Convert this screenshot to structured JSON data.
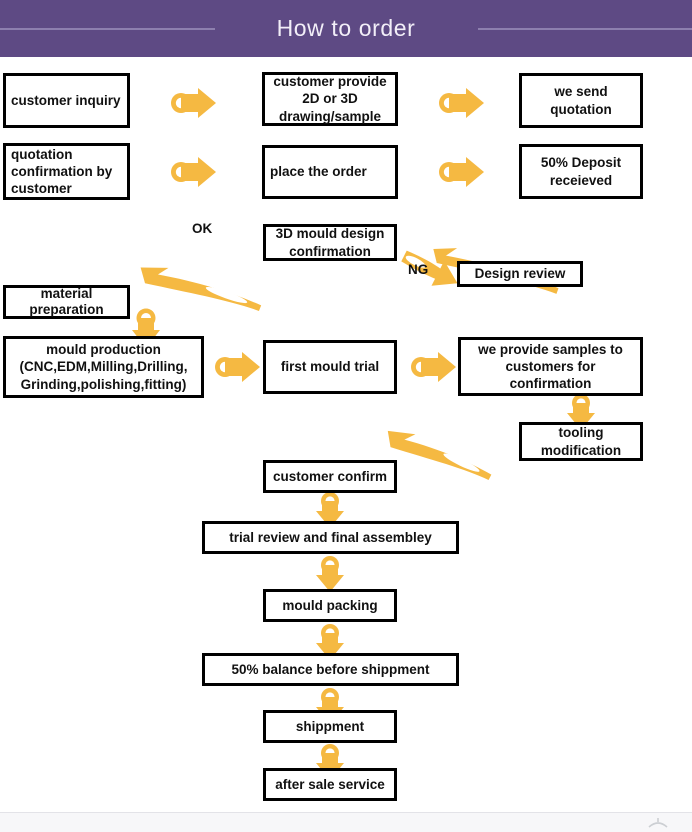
{
  "header": {
    "title": "How to order",
    "bg_color": "#5e4a84",
    "rule_color": "#8d7fae",
    "text_color": "#f2eef8"
  },
  "theme": {
    "arrow_color": "#f5b942",
    "box_border": "#000000",
    "box_bg": "#ffffff",
    "text_color": "#111111"
  },
  "chart_data": {
    "type": "diagram",
    "title": "How to order",
    "diagram_kind": "process-flowchart",
    "nodes": [
      {
        "id": "customer-inquiry",
        "label": "customer inquiry",
        "row": 1,
        "col": "left"
      },
      {
        "id": "customer-provide",
        "label": "customer provide 2D or 3D drawing/sample",
        "row": 1,
        "col": "center"
      },
      {
        "id": "we-send-quotation",
        "label": "we send quotation",
        "row": 1,
        "col": "right"
      },
      {
        "id": "quotation-confirmation",
        "label": "quotation confirmation by customer",
        "row": 2,
        "col": "left"
      },
      {
        "id": "place-the-order",
        "label": "place the order",
        "row": 2,
        "col": "center"
      },
      {
        "id": "deposit-received",
        "label": "50% Deposit receieved",
        "row": 2,
        "col": "right"
      },
      {
        "id": "mould-design",
        "label": "3D mould design confirmation",
        "row": 3,
        "col": "center"
      },
      {
        "id": "design-review",
        "label": "Design review",
        "row": 3,
        "col": "right"
      },
      {
        "id": "material-preparation",
        "label": "material preparation",
        "row": 4,
        "col": "left"
      },
      {
        "id": "mould-production",
        "label": "mould production (CNC,EDM,Milling,Drilling, Grinding,polishing,fitting)",
        "row": 5,
        "col": "left"
      },
      {
        "id": "first-mould-trial",
        "label": "first mould trial",
        "row": 5,
        "col": "center"
      },
      {
        "id": "provide-samples",
        "label": "we provide samples to customers for confirmation",
        "row": 5,
        "col": "right"
      },
      {
        "id": "tooling-modification",
        "label": "tooling modification",
        "row": 6,
        "col": "right"
      },
      {
        "id": "customer-confirm",
        "label": "customer confirm",
        "row": 7,
        "col": "center"
      },
      {
        "id": "trial-review",
        "label": "trial review and final assembley",
        "row": 8,
        "col": "center"
      },
      {
        "id": "mould-packing",
        "label": "mould packing",
        "row": 9,
        "col": "center"
      },
      {
        "id": "balance-before-shipment",
        "label": "50% balance before shippment",
        "row": 10,
        "col": "center"
      },
      {
        "id": "shippment",
        "label": "shippment",
        "row": 11,
        "col": "center"
      },
      {
        "id": "after-sale-service",
        "label": "after sale service",
        "row": 12,
        "col": "center"
      }
    ],
    "edges": [
      {
        "from": "customer-inquiry",
        "to": "customer-provide",
        "label": "",
        "style": "block-right"
      },
      {
        "from": "customer-provide",
        "to": "we-send-quotation",
        "label": "",
        "style": "block-right"
      },
      {
        "from": "quotation-confirmation",
        "to": "place-the-order",
        "label": "",
        "style": "block-right"
      },
      {
        "from": "place-the-order",
        "to": "deposit-received",
        "label": "",
        "style": "block-right"
      },
      {
        "from": "deposit-received",
        "to": "mould-design",
        "label": "",
        "style": "diagonal-down-left"
      },
      {
        "from": "mould-design",
        "to": "design-review",
        "label": "NG",
        "style": "diagonal-down-right"
      },
      {
        "from": "mould-design",
        "to": "material-preparation",
        "label": "OK",
        "style": "diagonal-down-left"
      },
      {
        "from": "material-preparation",
        "to": "mould-production",
        "label": "",
        "style": "block-down"
      },
      {
        "from": "mould-production",
        "to": "first-mould-trial",
        "label": "",
        "style": "block-right"
      },
      {
        "from": "first-mould-trial",
        "to": "provide-samples",
        "label": "",
        "style": "block-right"
      },
      {
        "from": "provide-samples",
        "to": "tooling-modification",
        "label": "",
        "style": "block-down"
      },
      {
        "from": "provide-samples",
        "to": "customer-confirm",
        "label": "",
        "style": "diagonal-down-left"
      },
      {
        "from": "customer-confirm",
        "to": "trial-review",
        "label": "",
        "style": "block-down"
      },
      {
        "from": "trial-review",
        "to": "mould-packing",
        "label": "",
        "style": "block-down"
      },
      {
        "from": "mould-packing",
        "to": "balance-before-shipment",
        "label": "",
        "style": "block-down"
      },
      {
        "from": "balance-before-shipment",
        "to": "shippment",
        "label": "",
        "style": "block-down"
      },
      {
        "from": "shippment",
        "to": "after-sale-service",
        "label": "",
        "style": "block-down"
      }
    ],
    "branch_labels": [
      "OK",
      "NG"
    ]
  },
  "nodes": {
    "customer_inquiry": "customer inquiry",
    "customer_provide_l1": "customer provide",
    "customer_provide_l2": "2D or 3D",
    "customer_provide_l3": "drawing/sample",
    "we_send_quotation_l1": "we send",
    "we_send_quotation_l2": "quotation",
    "quotation_confirm_l1": "quotation",
    "quotation_confirm_l2": "confirmation by",
    "quotation_confirm_l3": "customer",
    "place_the_order": "place the order",
    "deposit_l1": "50% Deposit",
    "deposit_l2": "receieved",
    "mould_design_l1": "3D mould design",
    "mould_design_l2": "confirmation",
    "design_review": "Design review",
    "material_prep_l1": "material",
    "material_prep_l2": "preparation",
    "mould_production_l1": "mould production",
    "mould_production_l2": "(CNC,EDM,Milling,Drilling,",
    "mould_production_l3": "Grinding,polishing,fitting)",
    "first_mould_trial": "first mould trial",
    "provide_samples_l1": "we provide samples to",
    "provide_samples_l2": "customers for",
    "provide_samples_l3": "confirmation",
    "tooling_mod_l1": "tooling",
    "tooling_mod_l2": "modification",
    "customer_confirm": "customer confirm",
    "trial_review": "trial review and final assembley",
    "mould_packing": "mould packing",
    "balance_shipment": "50% balance before shippment",
    "shippment": "shippment",
    "after_sale_service": "after sale service"
  },
  "labels": {
    "ok": "OK",
    "ng": "NG"
  }
}
